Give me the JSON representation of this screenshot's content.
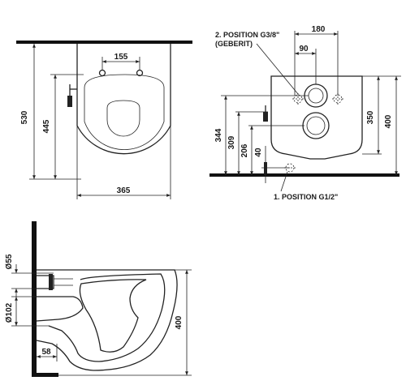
{
  "front_view": {
    "dims": {
      "width": "365",
      "height_total": "530",
      "height_axis": "445",
      "pin_spacing": "155"
    }
  },
  "side_view": {
    "dims": {
      "top_width": "180",
      "half_width": "90",
      "height_bowl": "350",
      "height_total": "400",
      "h_344": "344",
      "h_309": "309",
      "h_206": "206",
      "h_40": "40"
    },
    "labels": {
      "position2_line1": "2. POSITION G3/8\"",
      "position2_line2": "(GEBERIT)",
      "position1": "1. POSITION G1/2\""
    }
  },
  "section_view": {
    "dims": {
      "inlet_diameter": "Ø55",
      "outlet_diameter": "Ø102",
      "wall_offset": "58",
      "height": "400"
    }
  },
  "colors": {
    "line": "#222222",
    "wall": "#111111",
    "background": "#ffffff"
  }
}
